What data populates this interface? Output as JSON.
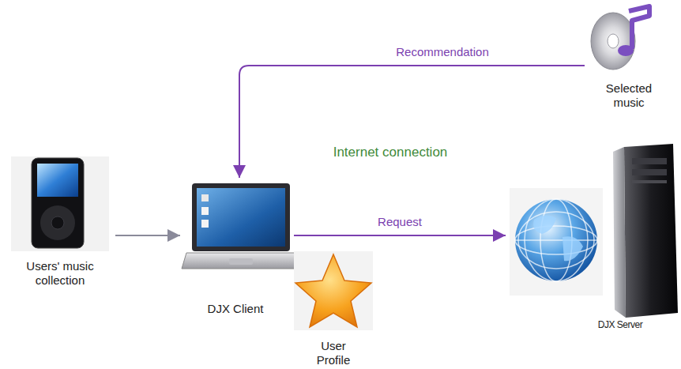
{
  "diagram": {
    "nodes": [
      {
        "text": [
          "Users' music collection"
        ]
      },
      {
        "text": [
          "DJX Client"
        ]
      },
      {
        "text": [
          "User Profile"
        ]
      },
      {
        "text": [
          "Selected music"
        ]
      },
      {
        "text": [
          "DJX Server"
        ]
      }
    ],
    "edges": [
      {
        "from": 0,
        "to": 1,
        "arrow": "to"
      },
      {
        "from": 1,
        "to": 4,
        "label": "Request",
        "arrow": "to"
      },
      {
        "from": 3,
        "to": 1,
        "label": "Recommendation",
        "arrow": "to"
      }
    ],
    "labels": [
      "Internet connection"
    ]
  }
}
